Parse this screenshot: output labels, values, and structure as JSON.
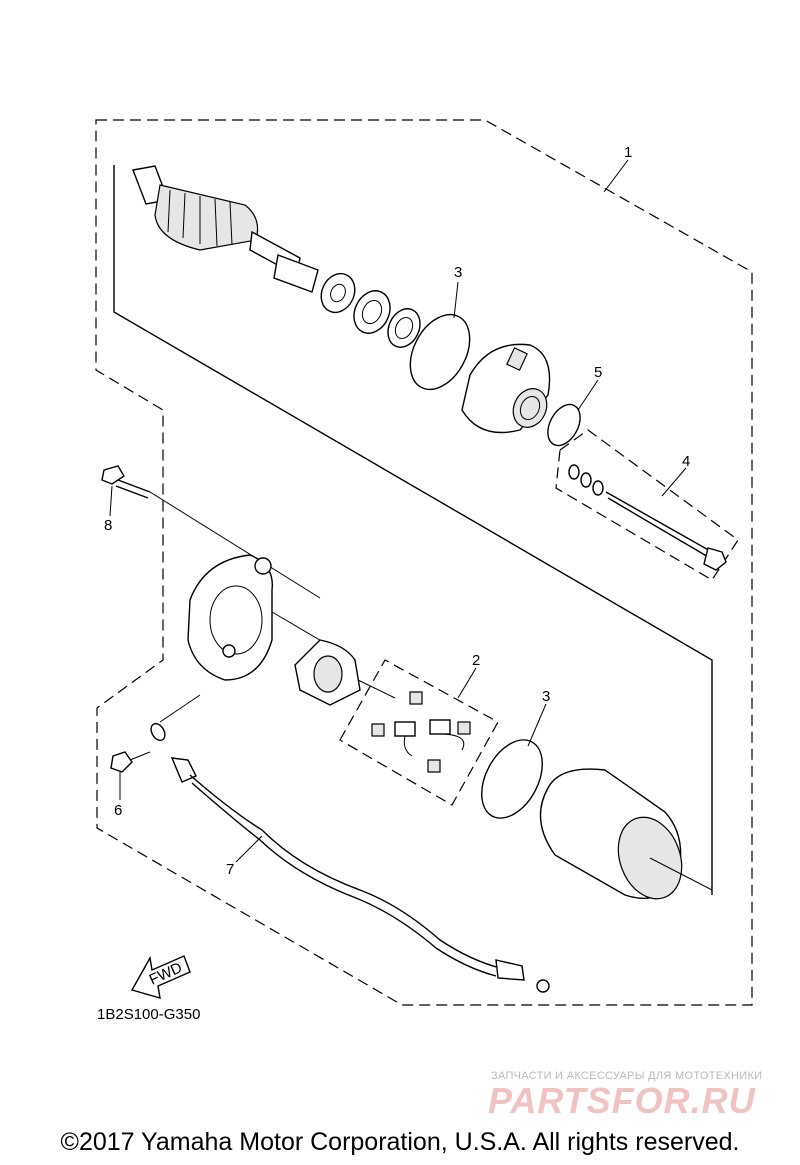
{
  "callouts": {
    "c1": "1",
    "c2": "2",
    "c3a": "3",
    "c3b": "3",
    "c4": "4",
    "c5": "5",
    "c6": "6",
    "c7": "7",
    "c8": "8"
  },
  "fwd_label": "FWD",
  "diagram_code": "1B2S100-G350",
  "watermark": {
    "tagline": "ЗАПЧАСТИ И АКСЕССУАРЫ ДЛЯ МОТОТЕХНИКИ",
    "brand": "PARTSFOR.RU"
  },
  "copyright": "©2017 Yamaha Motor Corporation, U.S.A. All rights reserved."
}
